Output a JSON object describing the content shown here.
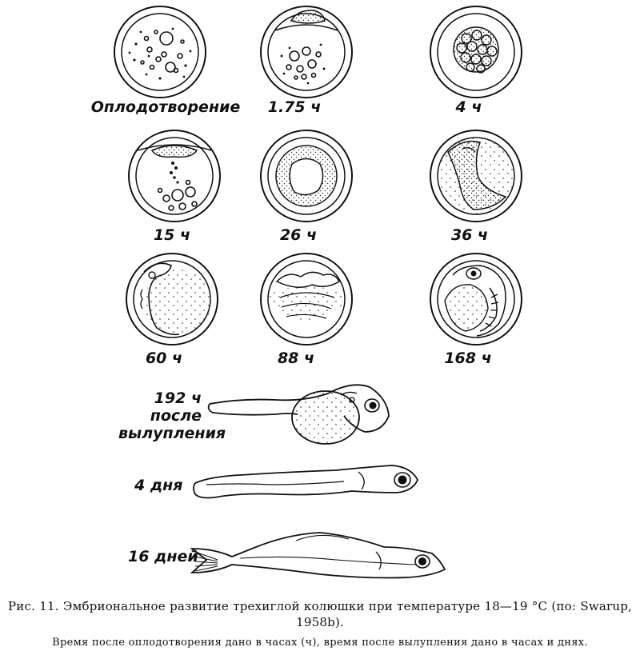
{
  "stages": [
    {
      "label": "Оплодотворение"
    },
    {
      "label": "1.75 ч"
    },
    {
      "label": "4 ч"
    },
    {
      "label": "15 ч"
    },
    {
      "label": "26 ч"
    },
    {
      "label": "36 ч"
    },
    {
      "label": "60 ч"
    },
    {
      "label": "88 ч"
    },
    {
      "label": "168 ч"
    }
  ],
  "larvae": [
    {
      "label_lines": [
        "192 ч",
        "после",
        "вылупления"
      ]
    },
    {
      "label": "4 дня"
    },
    {
      "label": "16 дней"
    }
  ],
  "caption": {
    "main": "Рис. 11. Эмбриональное развитие трехиглой колюшки при температуре 18—19 °C (по: Swarup, 1958b).",
    "note": "Время после оплодотворения дано в часах (ч), время после вылупления дано в часах и днях."
  }
}
